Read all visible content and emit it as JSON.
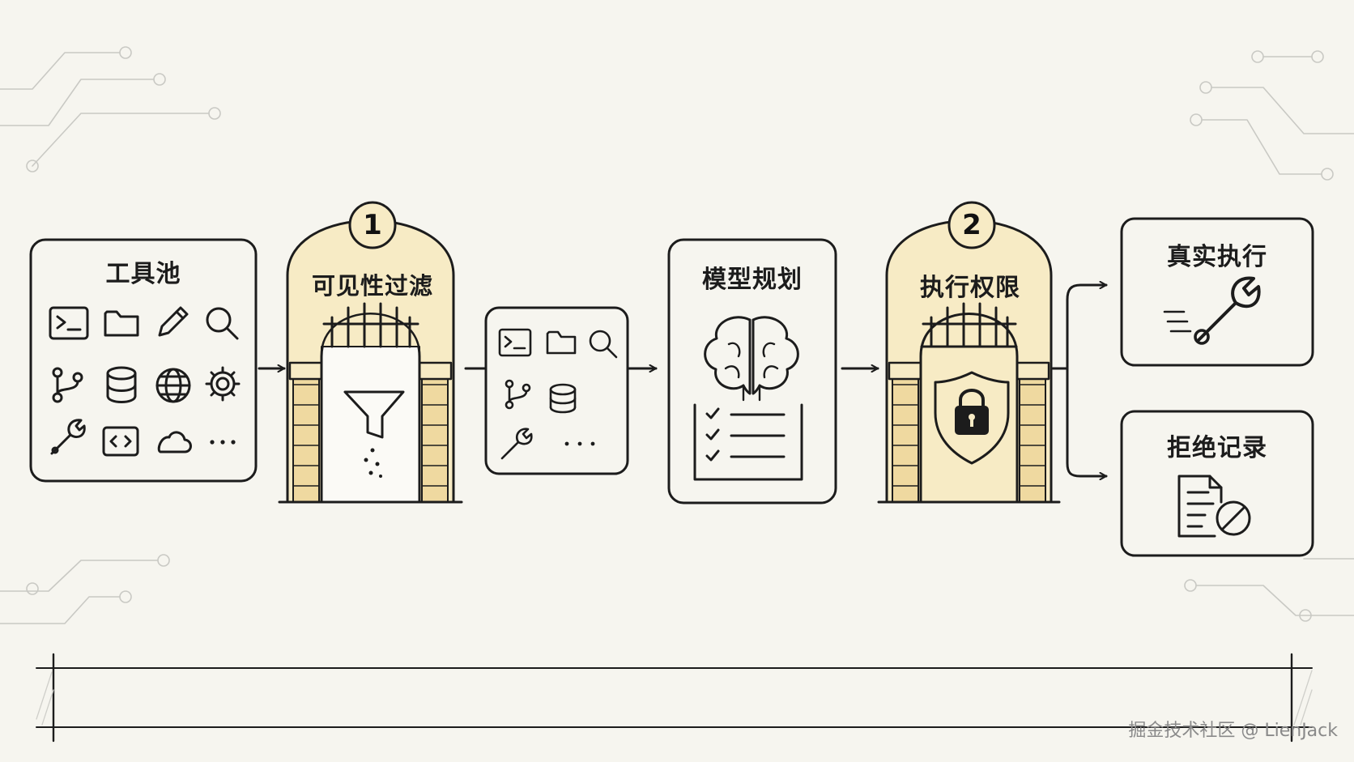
{
  "nodes": {
    "tool_pool": "工具池",
    "visibility_filter": "可见性过滤",
    "model_planning": "模型规划",
    "exec_permission": "执行权限",
    "real_execution": "真实执行",
    "reject_log": "拒绝记录"
  },
  "gates": {
    "gate_1": "1",
    "gate_2": "2"
  },
  "ellipsis": "···",
  "watermark": "掘金技术社区 @ LienJack",
  "colors": {
    "background": "#f6f5ef",
    "gate_fill": "#f7ebc5",
    "stroke": "#1c1c1c",
    "brick": "#efd9a0"
  }
}
